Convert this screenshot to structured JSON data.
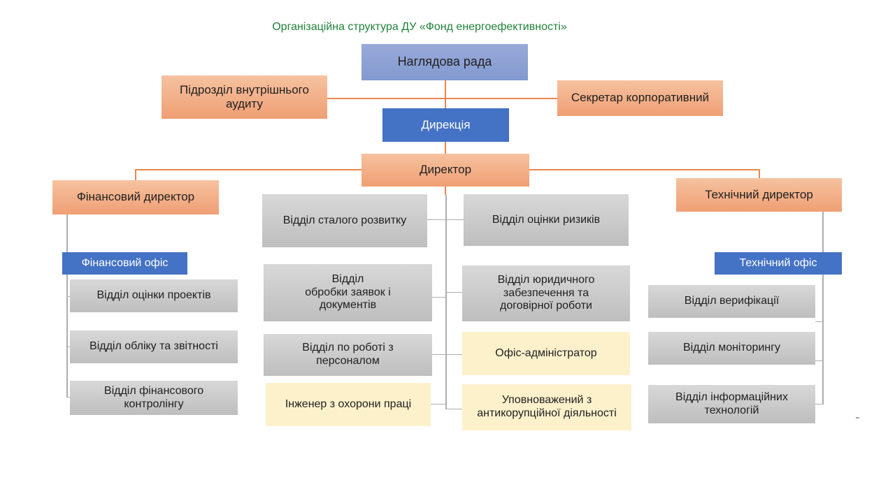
{
  "title": "Організаційна структура ДУ «Фонд енергоефективності»",
  "colors": {
    "title_green": "#21823B",
    "periwinkle_box": "#8FA2D4",
    "blue_box": "#4472C4",
    "salmon_box_top": "#F6C2A0",
    "salmon_box_bottom": "#EF9F74",
    "gray_box_top": "#D8D8D8",
    "gray_box_bottom": "#BEBEBE",
    "cream_box": "#FCF1CB",
    "connector_orange": "#E8884C",
    "connector_gray": "#ADADAD"
  },
  "nodes": {
    "supervisory_board": "Наглядова рада",
    "internal_audit": "Підрозділ внутрішнього\nаудиту",
    "corporate_secretary": "Секретар корпоративний",
    "directorate": "Дирекція",
    "director": "Директор",
    "financial_director": "Фінансовий директор",
    "technical_director": "Технічний директор",
    "financial_office": "Фінансовий офіс",
    "technical_office": "Технічний офіс",
    "project_evaluation": "Відділ оцінки проектів",
    "accounting_reporting": "Відділ обліку та звітності",
    "financial_controlling": "Відділ фінансового\nконтролінгу",
    "sustainable_development": "Відділ сталого розвитку",
    "applications_processing": "Відділ\nобробки заявок і\nдокументів",
    "hr_department": "Відділ по роботі з\nперсоналом",
    "labor_safety_engineer": "Інженер з охорони праці",
    "risk_assessment": "Відділ оцінки ризиків",
    "legal_support": "Відділ юридичного\nзабезпечення та\nдоговірної роботи",
    "office_administrator": "Офіс-адміністратор",
    "anticorruption_officer": "Уповноважений з\nантикорупційної діяльності",
    "verification": "Відділ верифікації",
    "monitoring": "Відділ моніторингу",
    "it_department": "Відділ інформаційних\nтехнологій"
  }
}
